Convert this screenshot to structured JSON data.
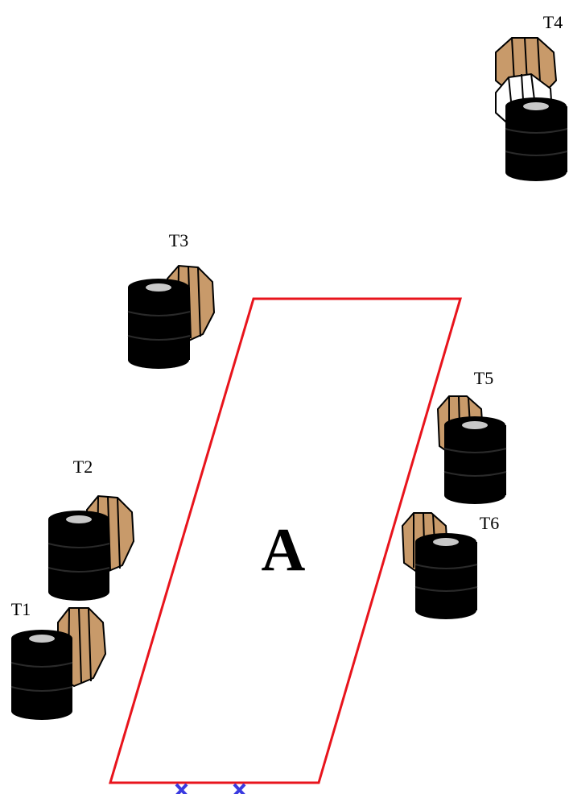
{
  "area": {
    "label": "A",
    "outline_color": "#e8141c"
  },
  "targets": [
    {
      "label": "T1"
    },
    {
      "label": "T2"
    },
    {
      "label": "T3"
    },
    {
      "label": "T4"
    },
    {
      "label": "T5"
    },
    {
      "label": "T6"
    }
  ],
  "shooting_positions": [
    {
      "marker": "x-icon",
      "color": "#3a3ae0"
    },
    {
      "marker": "x-icon",
      "color": "#3a3ae0"
    }
  ],
  "colors": {
    "barrel": "#000000",
    "barrel_top": "#c8c8c8",
    "target_brown": "#c89a6a",
    "target_white": "#ffffff"
  }
}
